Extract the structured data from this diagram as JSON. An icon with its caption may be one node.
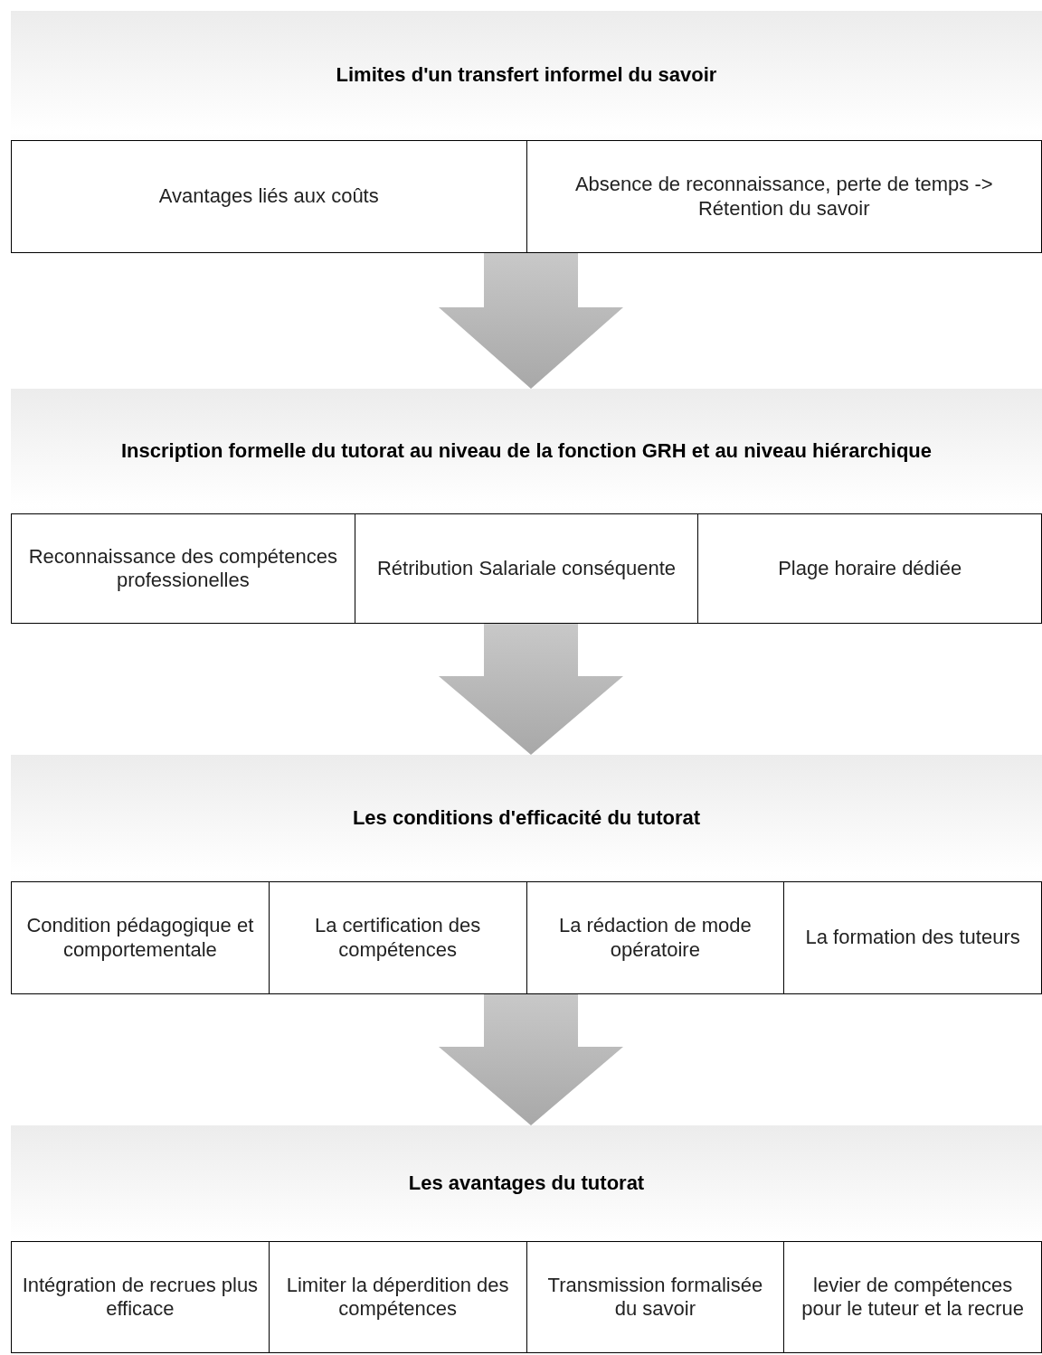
{
  "diagram": {
    "nodes": [
      {
        "text": [
          "Limites d'un transfert informel du savoir"
        ]
      },
      {
        "text": [
          "Avantages liés aux coûts"
        ],
        "in": 0
      },
      {
        "text": [
          "Absence de reconnaissance, perte de temps -> Rétention du savoir"
        ],
        "in": 0
      },
      {
        "text": [
          "Inscription formelle du tutorat au niveau de la fonction GRH et au niveau hiérarchique"
        ]
      },
      {
        "text": [
          "Reconnaissance des compétences professionelles"
        ],
        "in": 3
      },
      {
        "text": [
          "Rétribution Salariale conséquente"
        ],
        "in": 3
      },
      {
        "text": [
          "Plage horaire dédiée"
        ],
        "in": 3
      },
      {
        "text": [
          "Les conditions d'efficacité du tutorat"
        ]
      },
      {
        "text": [
          "Condition pédagogique et comportementale"
        ],
        "in": 7
      },
      {
        "text": [
          "La certification des compétences"
        ],
        "in": 7
      },
      {
        "text": [
          "La rédaction de mode opératoire"
        ],
        "in": 7
      },
      {
        "text": [
          "La formation des tuteurs"
        ],
        "in": 7
      },
      {
        "text": [
          "Les avantages du tutorat"
        ]
      },
      {
        "text": [
          "Intégration de recrues plus efficace"
        ],
        "in": 12
      },
      {
        "text": [
          "Limiter la déperdition des compétences"
        ],
        "in": 12
      },
      {
        "text": [
          "Transmission formalisée du savoir"
        ],
        "in": 12
      },
      {
        "text": [
          "levier de compétences pour le tuteur et la recrue"
        ],
        "in": 12
      }
    ],
    "edges": [
      {
        "from": 0,
        "to": 3,
        "arrow": "to"
      },
      {
        "from": 3,
        "to": 7,
        "arrow": "to"
      },
      {
        "from": 7,
        "to": 12,
        "arrow": "to"
      }
    ]
  }
}
